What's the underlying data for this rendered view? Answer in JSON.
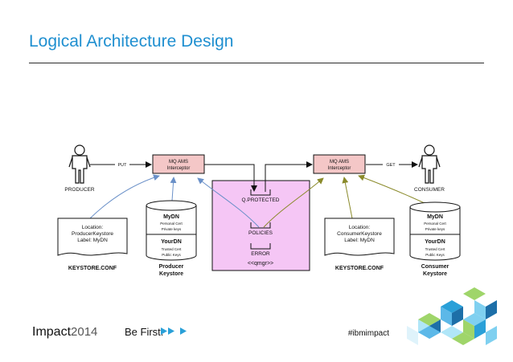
{
  "slide": {
    "title": "Logical Architecture Design"
  },
  "actors": {
    "producer": "PRODUCER",
    "consumer": "CONSUMER"
  },
  "arrows": {
    "put": "PUT",
    "get": "GET"
  },
  "interceptors": {
    "producer": {
      "line1": "MQ AMS",
      "line2": "Interceptor"
    },
    "consumer": {
      "line1": "MQ AMS",
      "line2": "Interceptor"
    }
  },
  "qmgr": {
    "queue_protected": "Q.PROTECTED",
    "policies": "POLICIES",
    "error": "ERROR",
    "label": "<<qmgr>>"
  },
  "keystore_conf_left": {
    "line1": "Location:",
    "line2": "ProducerKeystore",
    "line3": "Label: MyDN",
    "caption": "KEYSTORE.CONF"
  },
  "keystore_conf_right": {
    "line1": "Location:",
    "line2": "ConsumerKeystore",
    "line3": "Label: MyDN",
    "caption": "KEYSTORE.CONF"
  },
  "producer_keystore": {
    "top_title": "MyDN",
    "top_l1": "Personal Cert",
    "top_l2": "Private keys",
    "bottom_title": "YourDN",
    "bottom_l1": "Trusted Cert",
    "bottom_l2": "Public Keys",
    "caption_l1": "Producer",
    "caption_l2": "Keystore"
  },
  "consumer_keystore": {
    "top_title": "MyDN",
    "top_l1": "Personal Cert",
    "top_l2": "Private keys",
    "bottom_title": "YourDN",
    "bottom_l1": "Trusted Cert",
    "bottom_l2": "Public Keys",
    "caption_l1": "Consumer",
    "caption_l2": "Keystore"
  },
  "footer": {
    "brand": "Impact",
    "year": "2014",
    "slogan": "Be First.",
    "hashtag": "#ibmimpact"
  },
  "colors": {
    "title": "#1f8fd0",
    "interceptor_fill": "#f4c7c7",
    "qmgr_fill": "#f5c6f5",
    "blue_line": "#6a90c8",
    "olive_line": "#8a8a2a"
  }
}
